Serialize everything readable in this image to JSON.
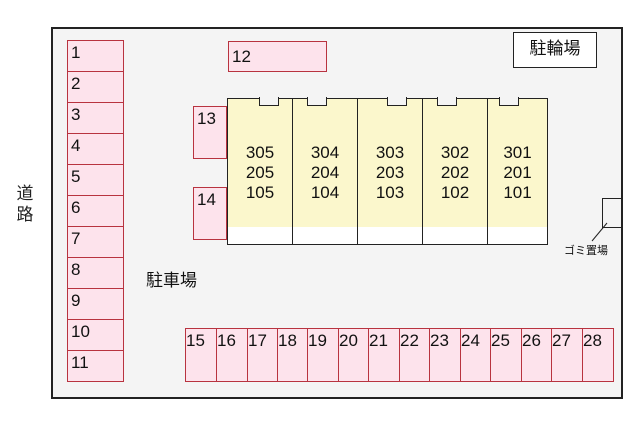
{
  "road_label": "道路",
  "lot_label": "駐車場",
  "bicycle_parking_label": "駐輪場",
  "trash_label": "ゴミ置場",
  "colors": {
    "stall_fill": "#fde3ec",
    "stall_border": "#b8333f",
    "building_fill": "#fbf7cc",
    "lot_fill": "#f4f4f4",
    "outline": "#222222"
  },
  "left_stalls": [
    "1",
    "2",
    "3",
    "4",
    "5",
    "6",
    "7",
    "8",
    "9",
    "10",
    "11"
  ],
  "top_stall": "12",
  "side_stalls": [
    "13",
    "14"
  ],
  "bottom_stalls": [
    "15",
    "16",
    "17",
    "18",
    "19",
    "20",
    "21",
    "22",
    "23",
    "24",
    "25",
    "26",
    "27",
    "28"
  ],
  "building": {
    "units": [
      {
        "floor3": "305",
        "floor2": "205",
        "floor1": "105"
      },
      {
        "floor3": "304",
        "floor2": "204",
        "floor1": "104"
      },
      {
        "floor3": "303",
        "floor2": "203",
        "floor1": "103"
      },
      {
        "floor3": "302",
        "floor2": "202",
        "floor1": "102"
      },
      {
        "floor3": "301",
        "floor2": "201",
        "floor1": "101"
      }
    ]
  }
}
